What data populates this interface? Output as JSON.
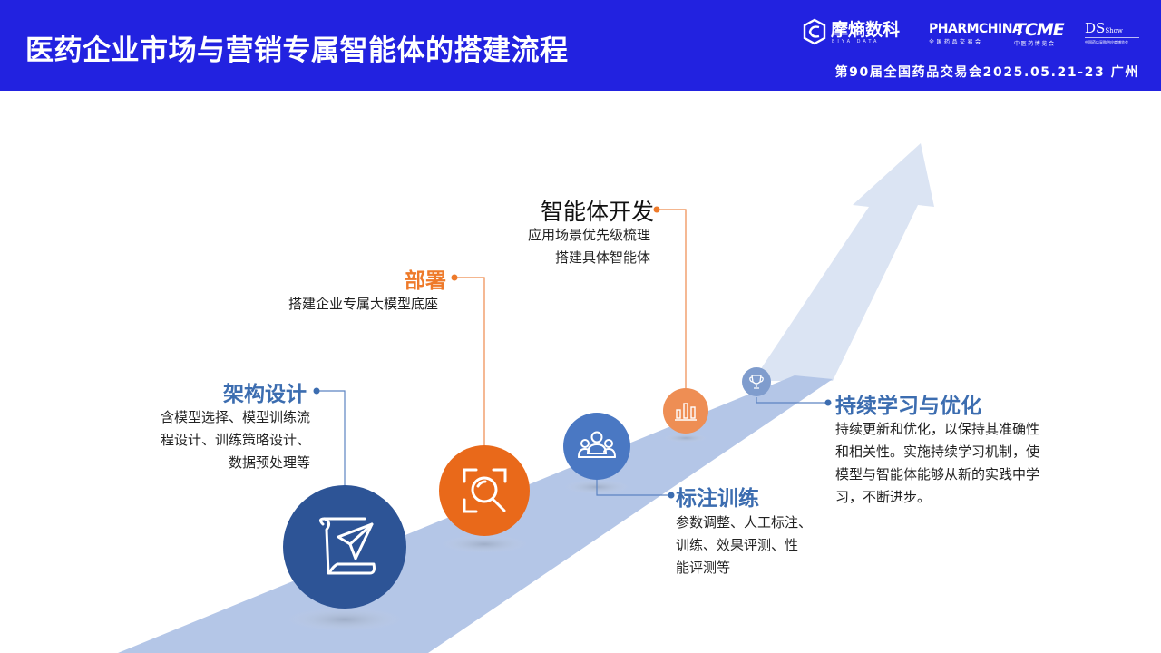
{
  "header": {
    "title": "医药企业市场与营销专属智能体的搭建流程",
    "event": "第90届全国药品交易会2025.05.21-23 广州",
    "logos": {
      "mudi": {
        "name": "摩熵数科",
        "sub": "BIYA DATA"
      },
      "pharmchina": {
        "name": "PHARMCHINA",
        "sub": "全国药品交易会"
      },
      "tcme": {
        "name": "TCME",
        "sub": "中医药博览会"
      },
      "ds": {
        "name": "DS",
        "name_small": "Show",
        "sub": "中国药店采购供应商博览会"
      }
    }
  },
  "steps": [
    {
      "title": "架构设计",
      "desc": [
        "含模型选择、模型训练流",
        "程设计、训练策略设计、",
        "数据预处理等"
      ],
      "icon": "scroll-paper-plane-icon",
      "color": "#2d5496"
    },
    {
      "title": "部署",
      "desc": [
        "搭建企业专属大模型底座"
      ],
      "icon": "scan-search-icon",
      "color": "#e9691a"
    },
    {
      "title": "标注训练",
      "desc": [
        "参数调整、人工标注、",
        "训练、效果评测、性",
        "能评测等"
      ],
      "icon": "team-icon",
      "color": "#4a78c3"
    },
    {
      "title": "智能体开发",
      "desc": [
        "应用场景优先级梳理",
        "搭建具体智能体"
      ],
      "icon": "bar-chart-icon",
      "color": "#ee8e54"
    },
    {
      "title": "持续学习与优化",
      "desc": [
        "持续更新和优化，以保持其准确性",
        "和相关性。实施持续学习机制，使",
        "模型与智能体能够从新的实践中学",
        "习，不断进步。"
      ],
      "icon": "trophy-icon",
      "color": "#7f9ccd"
    }
  ],
  "colors": {
    "header_bg": "#2222e0",
    "road": "#b4c6e7",
    "arrow": "#dbe4f3",
    "blue_text": "#3c6db0",
    "orange_text": "#ee7a2a"
  }
}
